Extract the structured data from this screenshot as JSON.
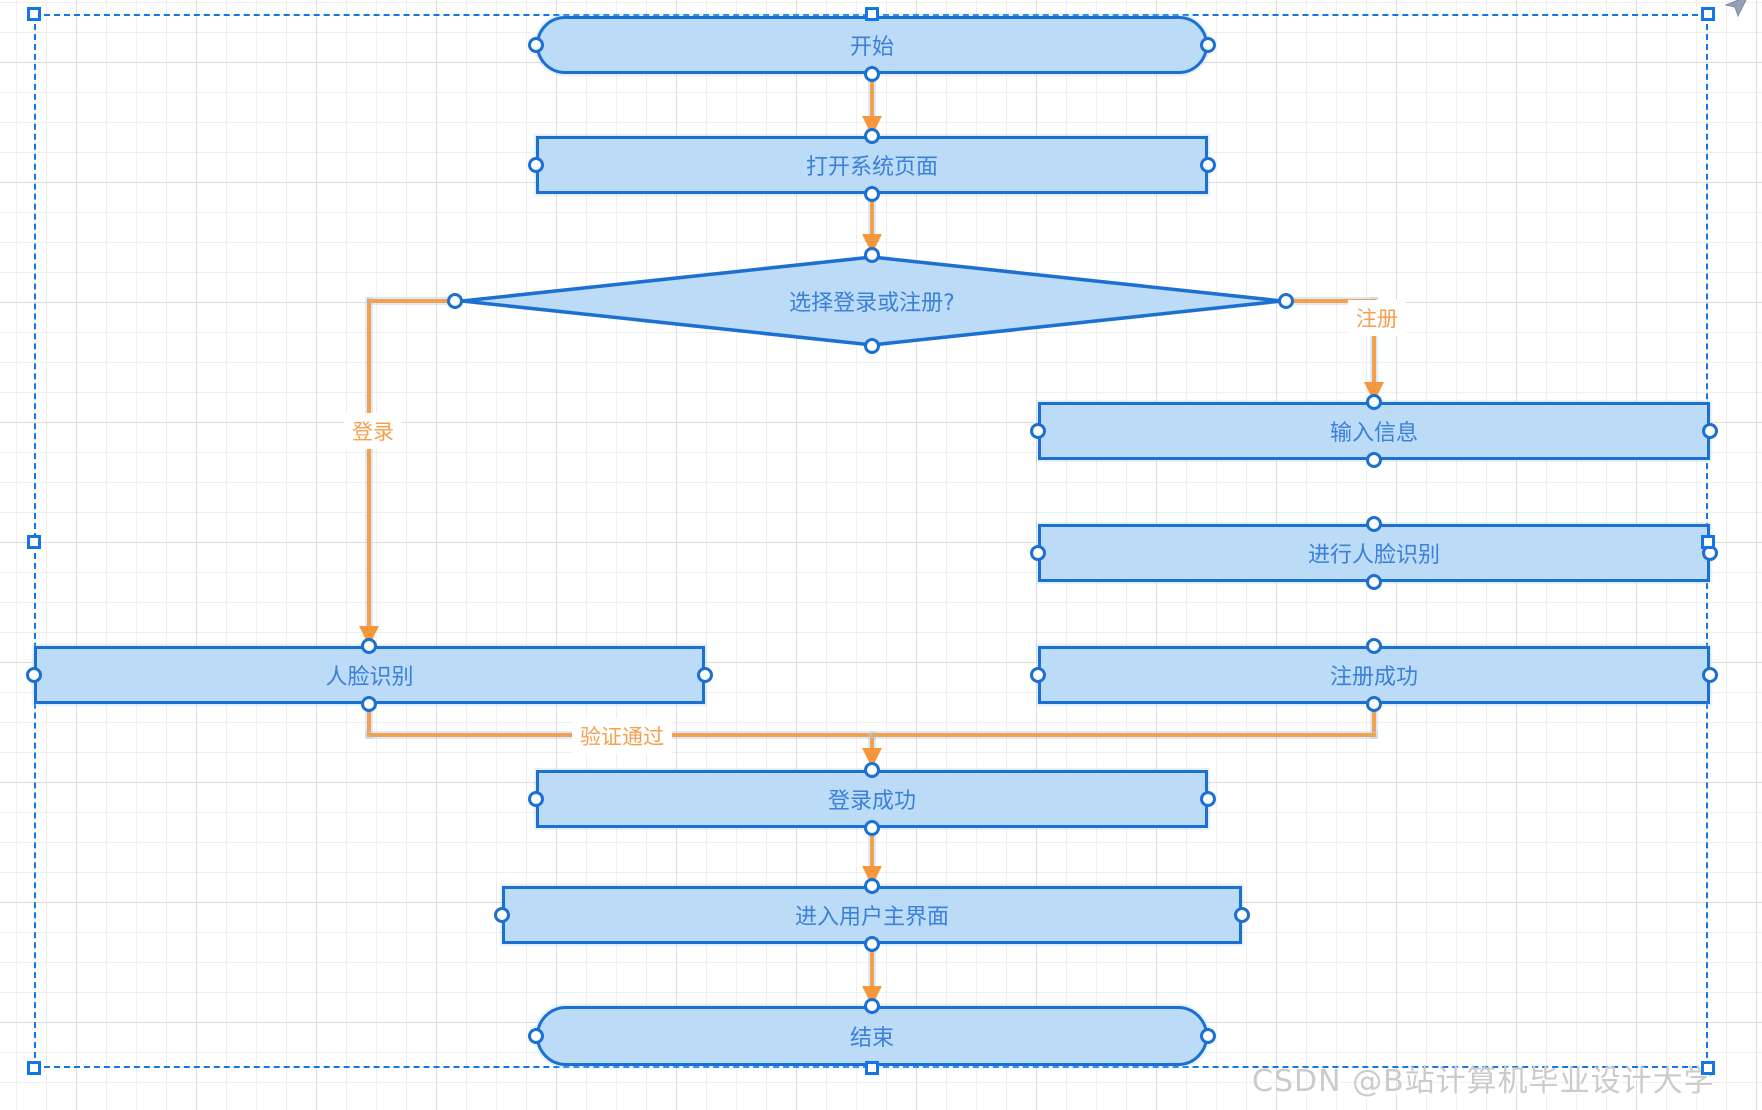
{
  "diagram": {
    "nodes": {
      "start": {
        "label": "开始"
      },
      "open_page": {
        "label": "打开系统页面"
      },
      "choose": {
        "label": "选择登录或注册?"
      },
      "face_rec": {
        "label": "人脸识别"
      },
      "input_info": {
        "label": "输入信息"
      },
      "do_face_rec": {
        "label": "进行人脸识别"
      },
      "register_success": {
        "label": "注册成功"
      },
      "login_success": {
        "label": "登录成功"
      },
      "main_ui": {
        "label": "进入用户主界面"
      },
      "end": {
        "label": "结束"
      }
    },
    "edge_labels": {
      "login": "登录",
      "register": "注册",
      "verified": "验证通过"
    },
    "colors": {
      "node_fill": "#bbdbf7",
      "node_border": "#1c70d1",
      "node_text": "#3b80d9",
      "edge_orange": "#f5a04d",
      "selection_blue": "#1276e8",
      "watermark_gray": "#cbcbcb"
    }
  },
  "watermark": {
    "text": "CSDN @B站计算机毕业设计大学"
  }
}
